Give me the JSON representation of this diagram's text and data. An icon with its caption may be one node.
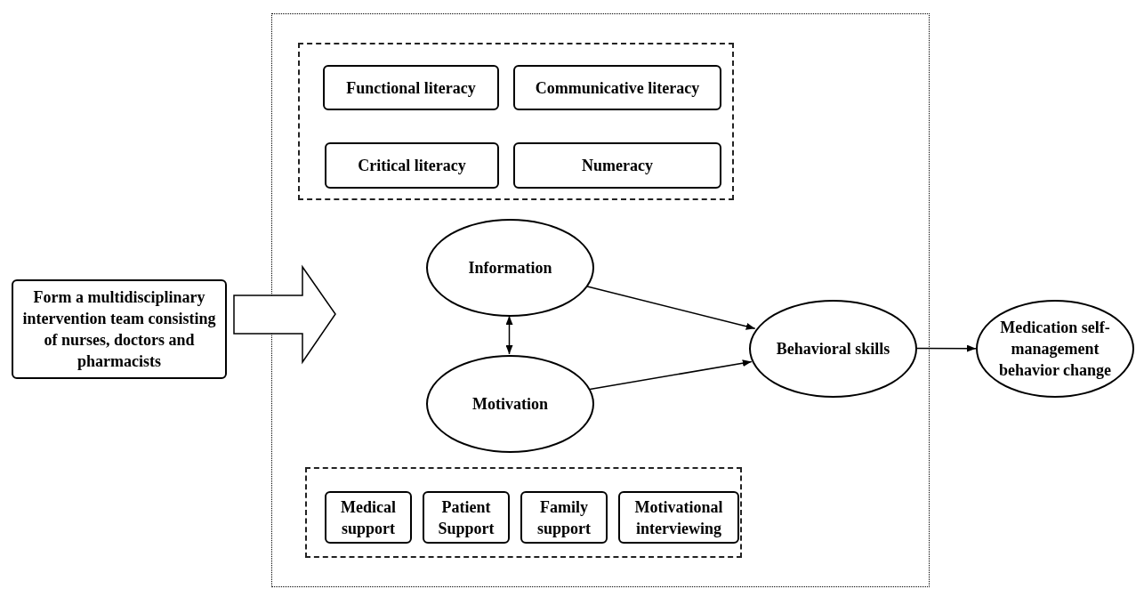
{
  "diagram": {
    "nodes": [
      {
        "text": [],
        "shape": "box"
      },
      {
        "text": [],
        "shape": "box",
        "in": 0
      },
      {
        "text": [
          "Functional literacy"
        ],
        "in": 1
      },
      {
        "text": [
          "Communicative literacy"
        ],
        "in": 1
      },
      {
        "text": [
          "Critical literacy"
        ],
        "in": 1
      },
      {
        "text": [
          "Numeracy"
        ],
        "in": 1
      },
      {
        "text": [
          "Form a multidisciplinary intervention team consisting of nurses, doctors and pharmacists"
        ]
      },
      {
        "text": [
          "Information"
        ],
        "in": 0
      },
      {
        "text": [
          "Motivation"
        ],
        "in": 0
      },
      {
        "text": [
          "Behavioral skills"
        ],
        "in": 0
      },
      {
        "text": [
          "Medication self-management behavior change"
        ]
      },
      {
        "text": [],
        "shape": "box",
        "in": 0
      },
      {
        "text": [
          "Medical support"
        ],
        "in": 11
      },
      {
        "text": [
          "Patient Support"
        ],
        "in": 11
      },
      {
        "text": [
          "Family support"
        ],
        "in": 11
      },
      {
        "text": [
          "Motivational interviewing"
        ],
        "in": 11
      }
    ],
    "edges": [
      {
        "from": 6,
        "to": 0,
        "arrow": "to",
        "style": "thick"
      },
      {
        "from": 7,
        "to": 8,
        "arrow": "both"
      },
      {
        "from": 7,
        "to": 9,
        "arrow": "to"
      },
      {
        "from": 8,
        "to": 9,
        "arrow": "to"
      },
      {
        "from": 9,
        "to": 10,
        "arrow": "to"
      }
    ]
  }
}
